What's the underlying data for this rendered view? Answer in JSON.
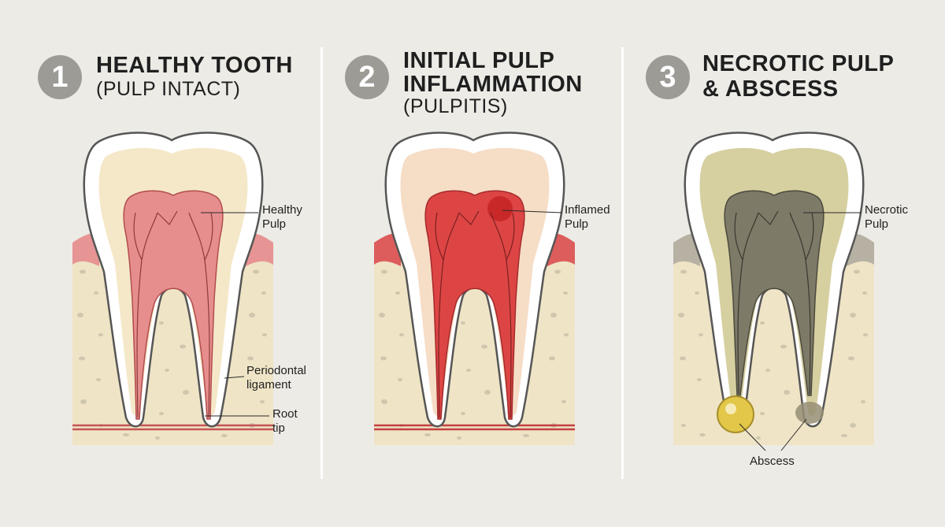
{
  "panels": [
    {
      "number": "1",
      "title_line1": "HEALTHY TOOTH",
      "title_line2": "",
      "subtitle": "(PULP INTACT)",
      "labels": {
        "pulp_line1": "Healthy",
        "pulp_line2": "Pulp",
        "ligament_line1": "Periodontal",
        "ligament_line2": "ligament",
        "root_line1": "Root",
        "root_line2": "tip"
      }
    },
    {
      "number": "2",
      "title_line1": "INITIAL PULP",
      "title_line2": "INFLAMMATION",
      "subtitle": "(PULPITIS)",
      "labels": {
        "pulp_line1": "Inflamed",
        "pulp_line2": "Pulp"
      }
    },
    {
      "number": "3",
      "title_line1": "NECROTIC PULP",
      "title_line2": "& ABSCESS",
      "subtitle": "",
      "labels": {
        "pulp_line1": "Necrotic",
        "pulp_line2": "Pulp",
        "abscess": "Abscess"
      }
    }
  ],
  "colors": {
    "background": "#ecebe6",
    "badge": "#9d9b95",
    "bone": "#efe4c6",
    "enamel": "#ffffff",
    "healthy_pulp": "#e68e8e",
    "inflamed_pulp": "#dd4545",
    "necrotic_pulp": "#7e7a68",
    "abscess": "#e2c749",
    "gum_healthy": "#e79494",
    "gum_necrotic": "#b7b1a3"
  }
}
